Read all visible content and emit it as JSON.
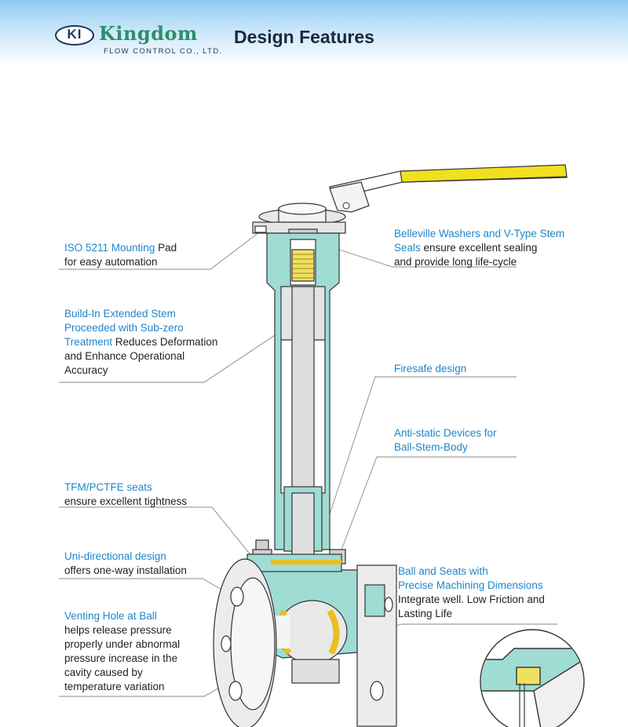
{
  "header": {
    "logo_mark": "KI",
    "logo_name": "Kingdom",
    "logo_sub": "FLOW CONTROL CO., LTD.",
    "title": "Design Features"
  },
  "colors": {
    "accent_text": "#1e86c8",
    "body_fill": "#9fdcd4",
    "handle": "#f0e020",
    "seat": "#e8d040"
  },
  "callouts": {
    "iso": {
      "hl": "ISO 5211 Mounting",
      "t1": " Pad",
      "t2": "for easy automation"
    },
    "stem": {
      "h1": "Build-In Extended Stem",
      "h2": "Proceeded with Sub-zero",
      "h3": "Treatment",
      "t1": " Reduces Deformation",
      "t2": "and Enhance Operational",
      "t3": "Accuracy"
    },
    "tfm": {
      "hl": "TFM/PCTFE seats",
      "t1": "ensure excellent tightness"
    },
    "uni": {
      "hl": "Uni-directional  design",
      "t1": "offers one-way installation"
    },
    "vent": {
      "hl": "Venting Hole at Ball",
      "l1": " helps release pressure",
      "l2": " properly under abnormal",
      "l3": "pressure increase in the",
      "l4": "cavity caused by",
      "l5": "temperature variation"
    },
    "belleville": {
      "h1": "Belleville Washers and V-Type Stem",
      "h2": "Seals",
      "t1": " ensure excellent sealing",
      "t2": "and provide long life-cycle"
    },
    "firesafe": {
      "hl": "Firesafe design"
    },
    "antistatic": {
      "h1": "Anti-static Devices for",
      "h2": "Ball-Stem-Body"
    },
    "ball": {
      "h1": "Ball and Seats with",
      "h2": "Precise Machining Dimensions",
      "t1": "Integrate well.  Low Friction and",
      "t2": " Lasting Life"
    }
  }
}
